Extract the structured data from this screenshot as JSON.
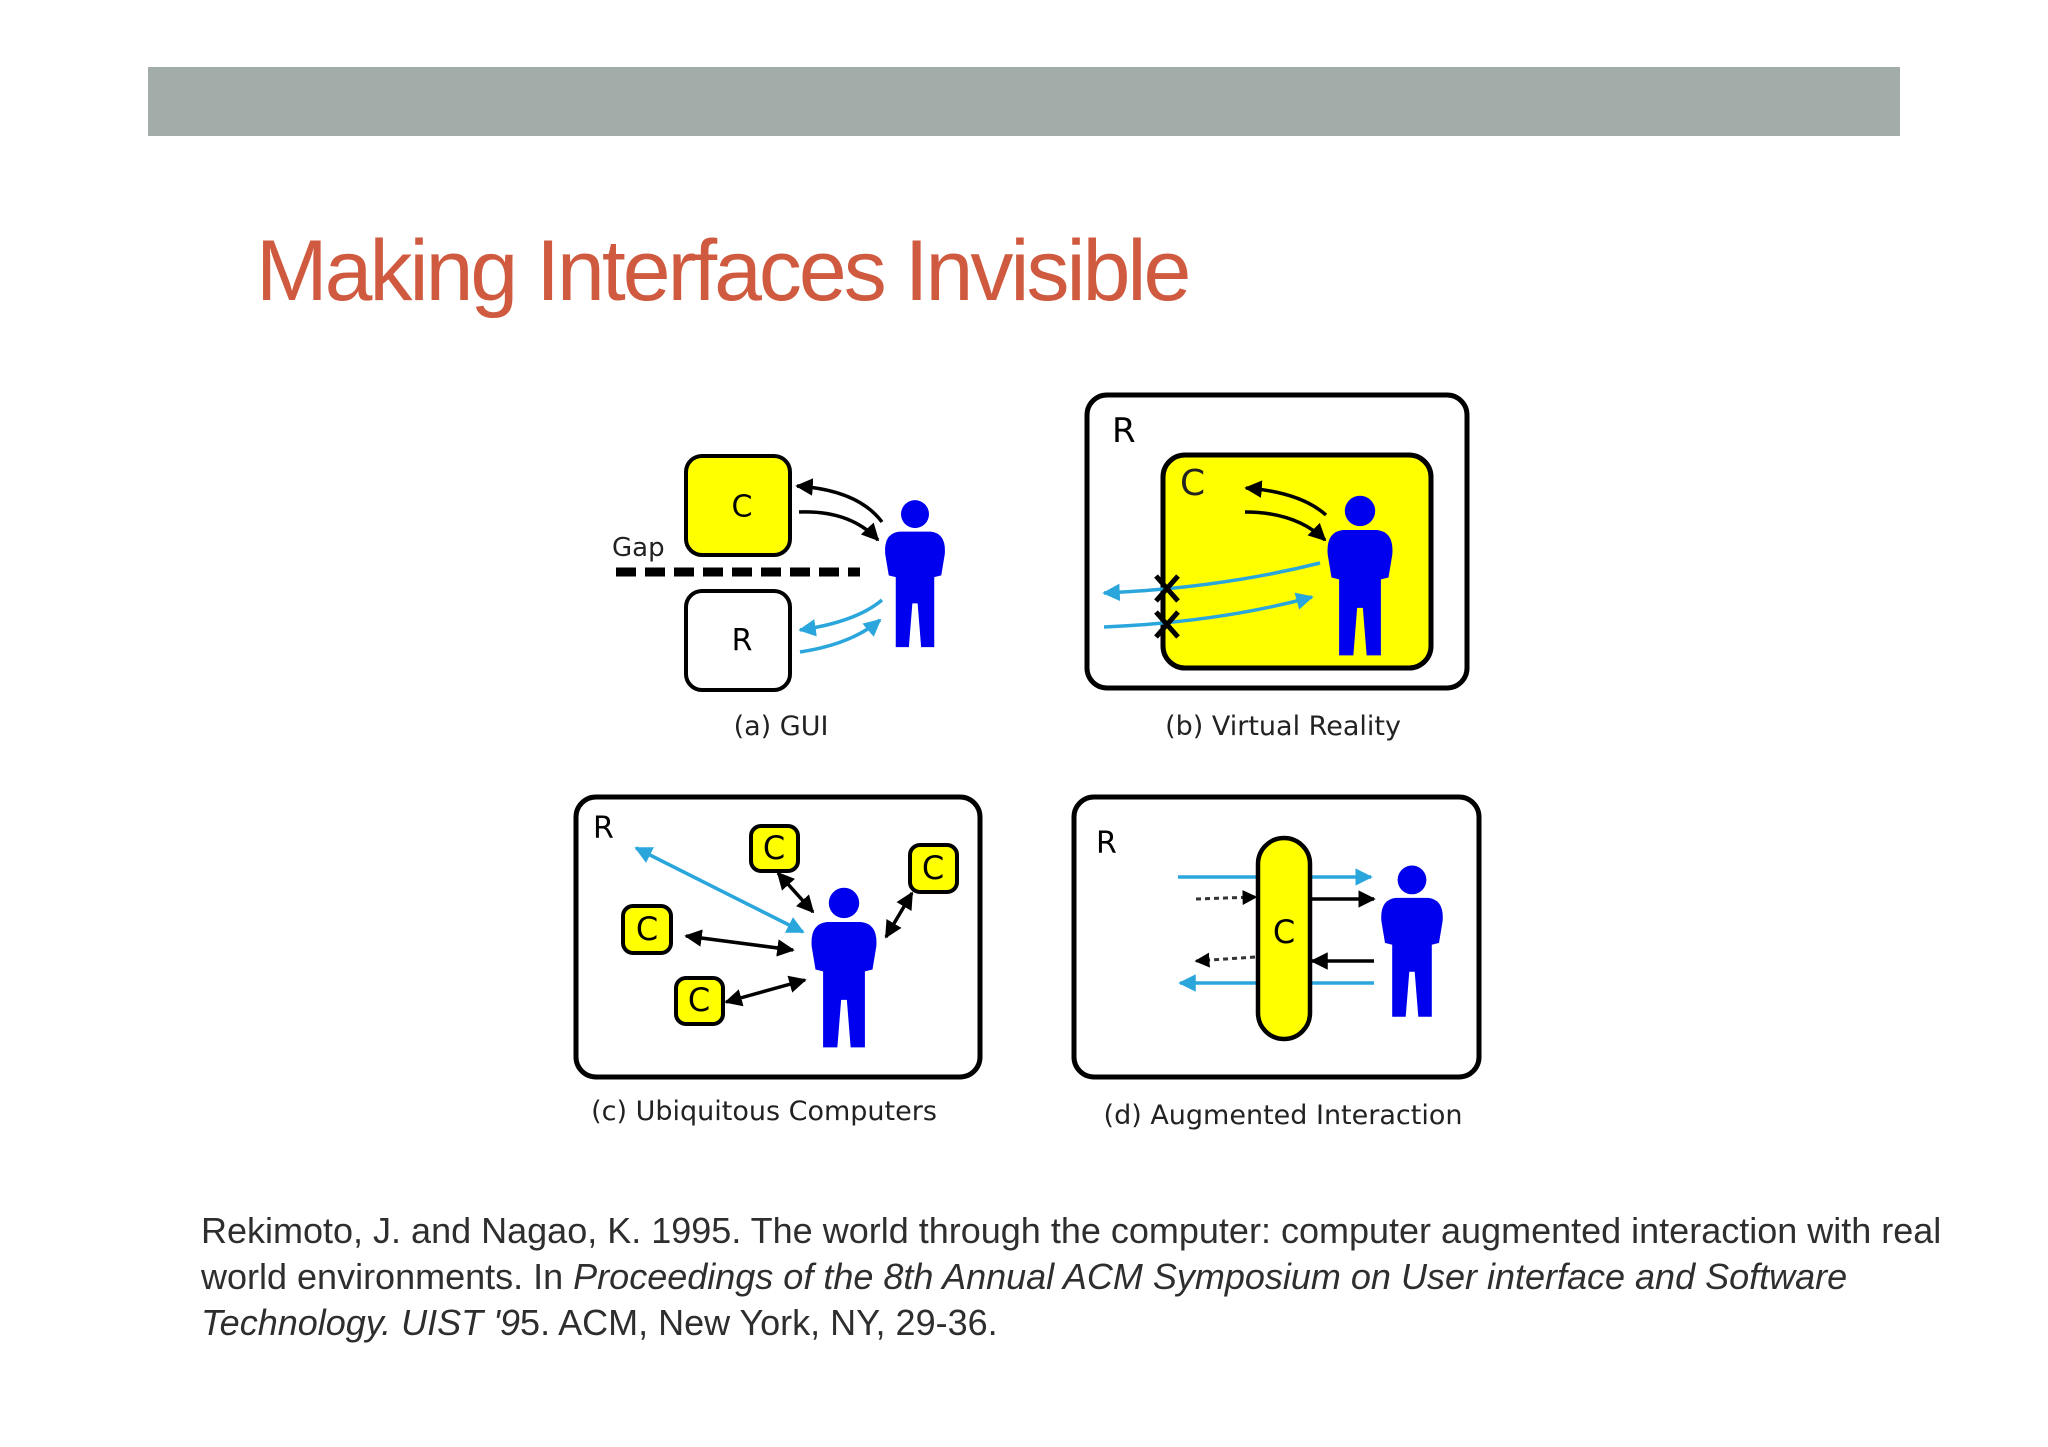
{
  "slide": {
    "title": "Making Interfaces Invisible",
    "header_bar_color": "#a2ada9",
    "title_color": "#cf5a3f"
  },
  "figure": {
    "colors": {
      "computer_fill": "#ffff00",
      "person": "#0000ee",
      "real_arrow": "#2aa6dc",
      "computer_arrow": "#000000"
    },
    "panels": [
      {
        "caption": "(a) GUI",
        "computer_label": "C",
        "real_label": "R",
        "gap_label": "Gap"
      },
      {
        "caption": "(b) Virtual Reality",
        "computer_label": "C",
        "real_label": "R"
      },
      {
        "caption": "(c) Ubiquitous Computers",
        "computer_label": "C",
        "real_label": "R"
      },
      {
        "caption": "(d) Augmented Interaction",
        "computer_label": "C",
        "real_label": "R"
      }
    ]
  },
  "citation": {
    "authors_and_title": "Rekimoto, J. and Nagao, K. 1995. The world through the computer: computer augmented interaction with real world environments. In ",
    "venue": "Proceedings of the 8th Annual ACM Symposium on User interface and Software Technology. UIST '9",
    "trail": "5. ACM, New York, NY, 29-36."
  }
}
